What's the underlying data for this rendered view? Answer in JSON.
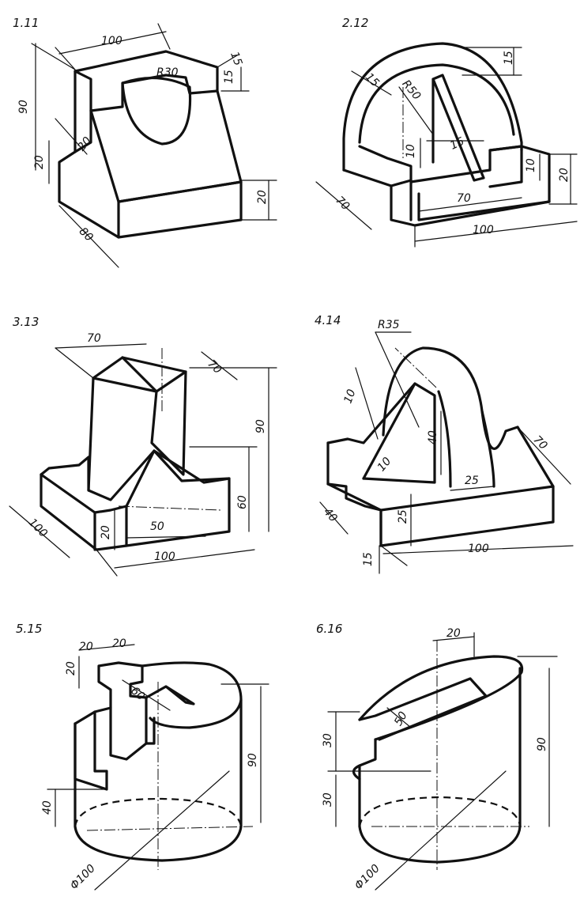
{
  "figures": [
    {
      "id": "1.11",
      "label": "1.11",
      "dims": {
        "width": "100",
        "top": "15",
        "right": "15",
        "radius": "R30",
        "height": "90",
        "notch": "20",
        "left": "20",
        "base": "20",
        "depth": "80"
      }
    },
    {
      "id": "2.12",
      "label": "2.12",
      "dims": {
        "top": "15",
        "r_thick": "15",
        "radius": "R50",
        "slot_h": "10",
        "slot_w": "15",
        "right_block": "10",
        "height": "20",
        "inner": "70",
        "width": "100",
        "depth": "70"
      }
    },
    {
      "id": "3.13",
      "label": "3.13",
      "dims": {
        "top_w": "70",
        "top_d": "70",
        "height": "90",
        "mid": "60",
        "base": "20",
        "slot": "50",
        "width": "100",
        "depth": "100"
      }
    },
    {
      "id": "4.14",
      "label": "4.14",
      "dims": {
        "radius": "R35",
        "rib_a": "10",
        "rib_b": "10",
        "rib_h": "40",
        "depth": "70",
        "step": "25",
        "left_d": "40",
        "base_h": "25",
        "width": "100",
        "low": "15"
      }
    },
    {
      "id": "5.15",
      "label": "5.15",
      "dims": {
        "a": "20",
        "b": "20",
        "c": "20",
        "slot": "60",
        "height": "90",
        "low": "40",
        "diameter": "Φ100"
      }
    },
    {
      "id": "6.16",
      "label": "6.16",
      "dims": {
        "top": "20",
        "slot": "50",
        "upper": "30",
        "lower": "30",
        "height": "90",
        "diameter": "Φ100"
      }
    }
  ]
}
